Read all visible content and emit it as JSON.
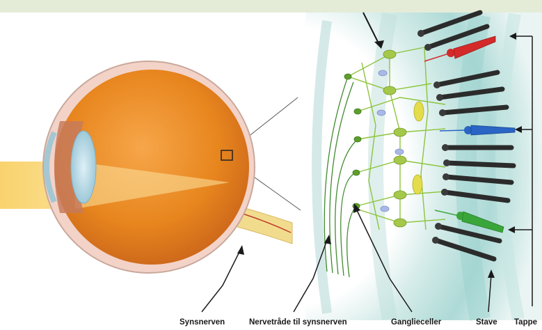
{
  "labels": {
    "optic_nerve": "Synsnerven",
    "nerve_fibers": "Nervetråde til synsnerven",
    "ganglion_cells": "Ganglieceller",
    "rods": "Stave",
    "cones": "Tappe"
  },
  "colors": {
    "background": "#ffffff",
    "top_band": "#e4ecd8",
    "eyeball": "#e8861e",
    "sclera": "#f3d3c8",
    "light_beam": "#f7d36a",
    "retina_band": "#9fd3cf",
    "neuron_green": "#7fb33a",
    "rod_dark": "#2b2b2b",
    "cone_red": "#d42a2a",
    "cone_blue": "#2a64c4",
    "cone_green": "#3aa63a",
    "amacrine_yellow": "#e4dc4a"
  }
}
